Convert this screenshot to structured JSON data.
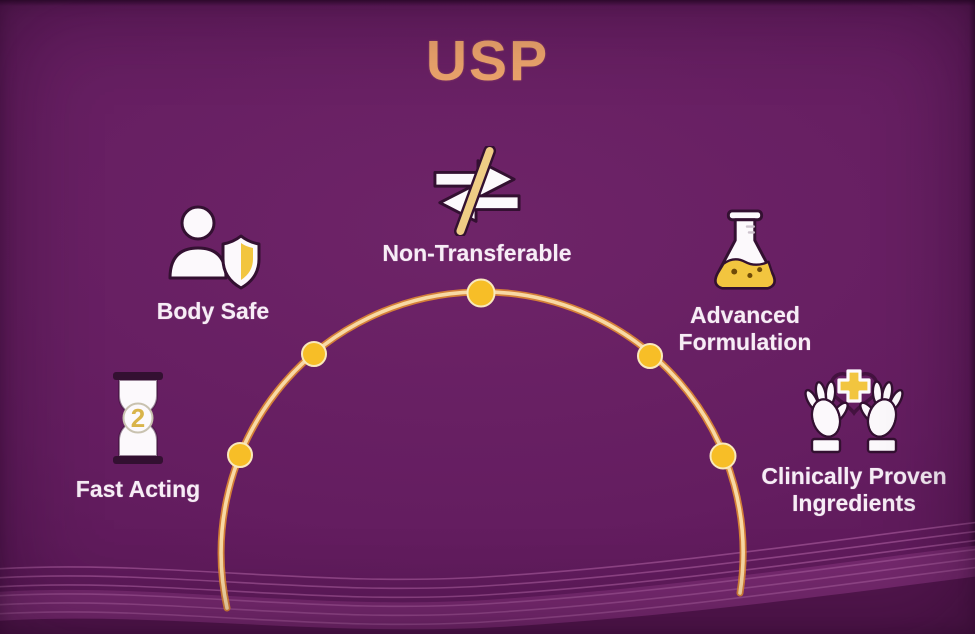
{
  "title": "USP",
  "colors": {
    "background_purple": "#641d60",
    "title_orange": "#eca46c",
    "arc_line": "#f3c288",
    "arc_shadow": "#e08a33",
    "node_dot_gold": "#f7be27",
    "icon_yellow": "#f2c53f",
    "slash_tan": "#efcd85",
    "icon_outline_dark": "#331031",
    "label_text": "#f7edf6",
    "wave_pink": "#9b4f91",
    "wave_band": "#7e2f75",
    "bottom_edge_dark": "#4d1349"
  },
  "features": [
    {
      "id": "body-safe",
      "icon": "person-shield-icon",
      "lines": [
        "Body Safe"
      ]
    },
    {
      "id": "non-transferable",
      "icon": "crossed-arrows-slash-icon",
      "lines": [
        "Non-Transferable"
      ]
    },
    {
      "id": "advanced-formulation",
      "icon": "flask-icon",
      "lines": [
        "Advanced",
        "Formulation"
      ]
    },
    {
      "id": "fast-acting",
      "icon": "hourglass-icon",
      "lines": [
        "Fast Acting"
      ]
    },
    {
      "id": "clinically-proven-ingredients",
      "icon": "hands-heart-cross-icon",
      "lines": [
        "Clinically Proven",
        "Ingredients"
      ]
    }
  ],
  "hourglass_number": "2",
  "arc": {
    "node_count": 5,
    "shape": "semicircular arc with 5 gold nodes, one per feature"
  }
}
